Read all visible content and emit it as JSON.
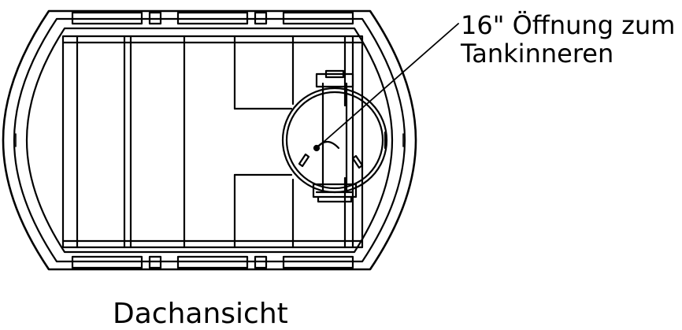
{
  "callout": {
    "line1": "16\" Öffnung zum",
    "line2": "Tankinneren"
  },
  "view_title": "Dachansicht",
  "colors": {
    "ink": "#000000",
    "paper": "#ffffff"
  }
}
